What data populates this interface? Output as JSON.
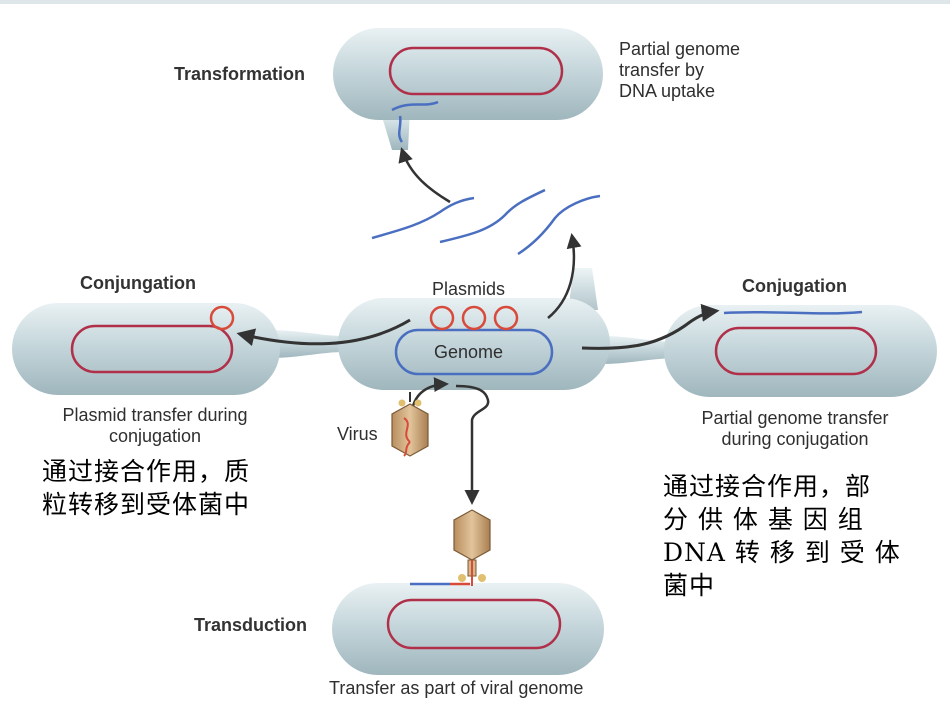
{
  "labels": {
    "transformation": "Transformation",
    "transformation_desc": [
      "Partial genome",
      "transfer by",
      "DNA uptake"
    ],
    "conjugation_left": "Conjungation",
    "conjugation_left_desc": [
      "Plasmid transfer during",
      "conjugation"
    ],
    "conjugation_right": "Conjugation",
    "conjugation_right_desc": [
      "Partial genome transfer",
      "during conjugation"
    ],
    "plasmids": "Plasmids",
    "genome": "Genome",
    "virus": "Virus",
    "transduction": "Transduction",
    "transduction_desc": "Transfer as part of viral genome"
  },
  "notes": {
    "left": [
      "通过接合作用，质",
      "粒转移到受体菌中"
    ],
    "right": [
      "通过接合作用，部",
      "分 供 体 基 因 组",
      "DNA 转 移 到 受 体",
      "菌中"
    ]
  },
  "colors": {
    "cell_fill": "#c9d9de",
    "genome_red": "#b0304a",
    "genome_blue": "#4a6fc0",
    "plasmid": "#d84a3a",
    "arrow": "#333333",
    "virus": "#c9a477"
  }
}
